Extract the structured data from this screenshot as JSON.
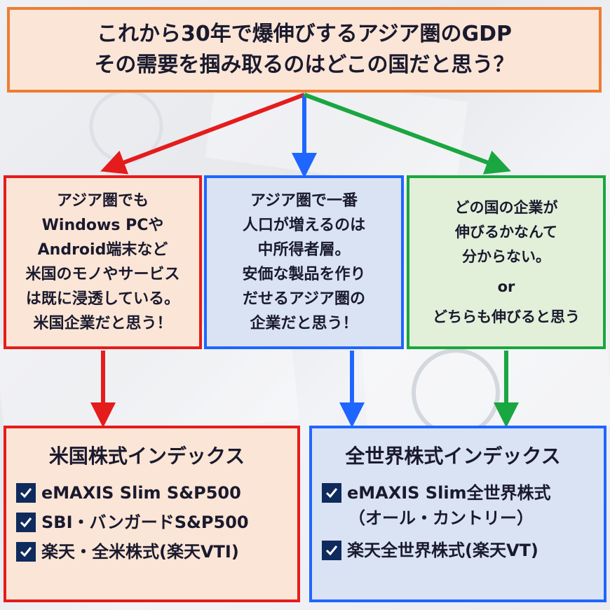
{
  "title": {
    "line1": "これから30年で爆伸びするアジア圏のGDP",
    "line2": "その需要を掴み取るのはどこの国だと思う？"
  },
  "questions": {
    "left": [
      "アジア圏でも",
      "Windows PCや",
      "Android端末など",
      "米国のモノやサービス",
      "は既に浸透している。",
      "米国企業だと思う！"
    ],
    "middle": [
      "アジア圏で一番",
      "人口が増えるのは",
      "中所得者層。",
      "安価な製品を作り",
      "だせるアジア圏の",
      "企業だと思う！"
    ],
    "right": {
      "lines_a": [
        "どの国の企業が",
        "伸びるかなんて",
        "分からない。"
      ],
      "or": "or",
      "line_b": "どちらも伸びると思う"
    }
  },
  "answers": {
    "us_index": {
      "heading": "米国株式インデックス",
      "funds": [
        "eMAXIS Slim S&P500",
        "SBI・バンガードS&P500",
        "楽天・全米株式(楽天VTI)"
      ]
    },
    "world_index": {
      "heading": "全世界株式インデックス",
      "fund1": "eMAXIS Slim全世界株式",
      "fund1_sub": "（オール・カントリー）",
      "fund2": "楽天全世界株式(楽天VT)"
    }
  },
  "colors": {
    "red": "#e51c1c",
    "blue": "#1f66ff",
    "green": "#1aa640",
    "orange": "#ed7d31",
    "check_bg": "#0f2a5c"
  },
  "icons": {
    "check": "check-box-icon",
    "arrow": "arrow-down-icon"
  }
}
